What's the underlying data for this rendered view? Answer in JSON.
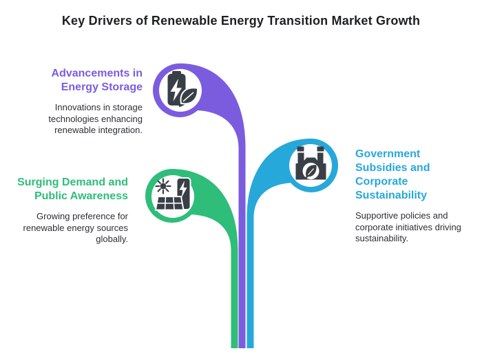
{
  "title": "Key Drivers of Renewable Energy Transition Market Growth",
  "colors": {
    "purple": "#7b5cdf",
    "green": "#2fbd7a",
    "blue": "#27a8da",
    "icon_dark": "#3a3f47",
    "title_text": "#1d1f23",
    "body_text": "#2c2e33",
    "background": "#ffffff"
  },
  "branches": [
    {
      "id": "energy-storage",
      "color": "#7b5cdf",
      "side": "left",
      "heading": "Advancements in\nEnergy Storage",
      "body": "Innovations in storage\ntechnologies enhancing\nrenewable integration.",
      "icon": "battery-leaf-icon"
    },
    {
      "id": "demand-awareness",
      "color": "#2fbd7a",
      "side": "left",
      "heading": "Surging Demand and\nPublic Awareness",
      "body": "Growing preference for\nrenewable energy sources\nglobally.",
      "icon": "solar-charger-icon"
    },
    {
      "id": "government-subsidies",
      "color": "#27a8da",
      "side": "right",
      "heading": "Government\nSubsidies and\nCorporate\nSustainability",
      "body": "Supportive policies and\ncorporate initiatives driving\nsustainability.",
      "icon": "factory-leaf-icon"
    }
  ]
}
